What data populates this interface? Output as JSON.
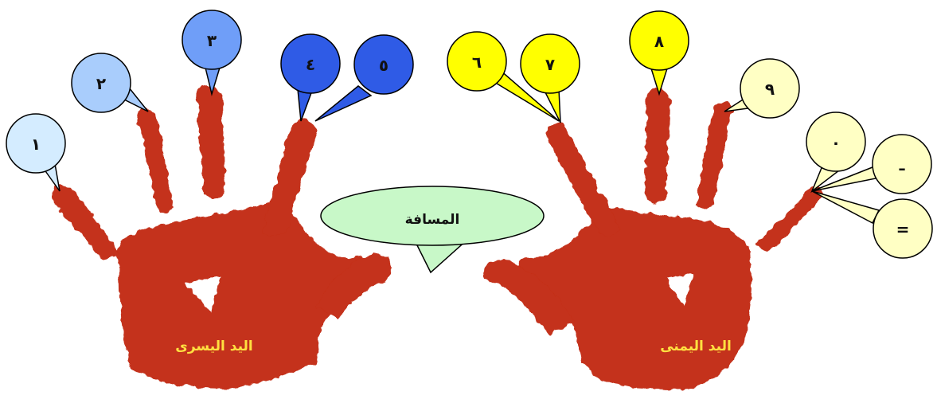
{
  "colors": {
    "hand": "#c4301a",
    "hand_dark": "#9e2412",
    "bubble_1": "#d4ecff",
    "bubble_2": "#a9cdfc",
    "bubble_3": "#6f9ef8",
    "bubble_4": "#2f5be6",
    "bubble_yellow": "#ffff00",
    "bubble_pale": "#ffffc4",
    "space_bubble": "#c8f8c8",
    "hand_label": "#ffe040"
  },
  "left_hand": {
    "label": "اليد اليسرى",
    "keys": [
      "١",
      "٢",
      "٣",
      "٤",
      "٥"
    ]
  },
  "right_hand": {
    "label": "اليد اليمنى",
    "keys": [
      "٦",
      "٧",
      "٨",
      "٩",
      "٠",
      "ـ",
      "="
    ]
  },
  "space_label": "المسافة"
}
